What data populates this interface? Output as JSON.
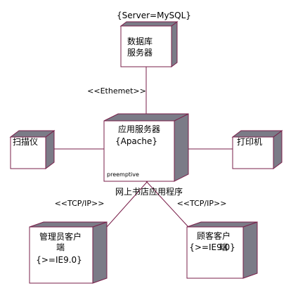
{
  "colors": {
    "line": "#7a1f4a",
    "box_fill": "#ffffff",
    "side_fill": "#7b7b87",
    "text": "#000000"
  },
  "nodes": {
    "db_server": {
      "stereotype": "{Server=MySQL}",
      "line1": "数据库",
      "line2": "服务器"
    },
    "app_server": {
      "line1": "应用服务器",
      "line2": "{Apache}",
      "note": "preemptive"
    },
    "scanner": {
      "label": "扫描仪"
    },
    "printer": {
      "label": "打印机"
    },
    "admin_client": {
      "line1": "管理员客户",
      "line2": "端",
      "line3": "{>=IE9.0}"
    },
    "customer_client": {
      "line1": "顾客客户",
      "line2": "端",
      "line3": "{>=IE9.0}"
    }
  },
  "connections": {
    "db_link": "<<Ethemet>>",
    "admin_link": "<<TCP/IP>>",
    "customer_link": "<<TCP/IP>>",
    "app_caption": "网上书店应用程序"
  }
}
